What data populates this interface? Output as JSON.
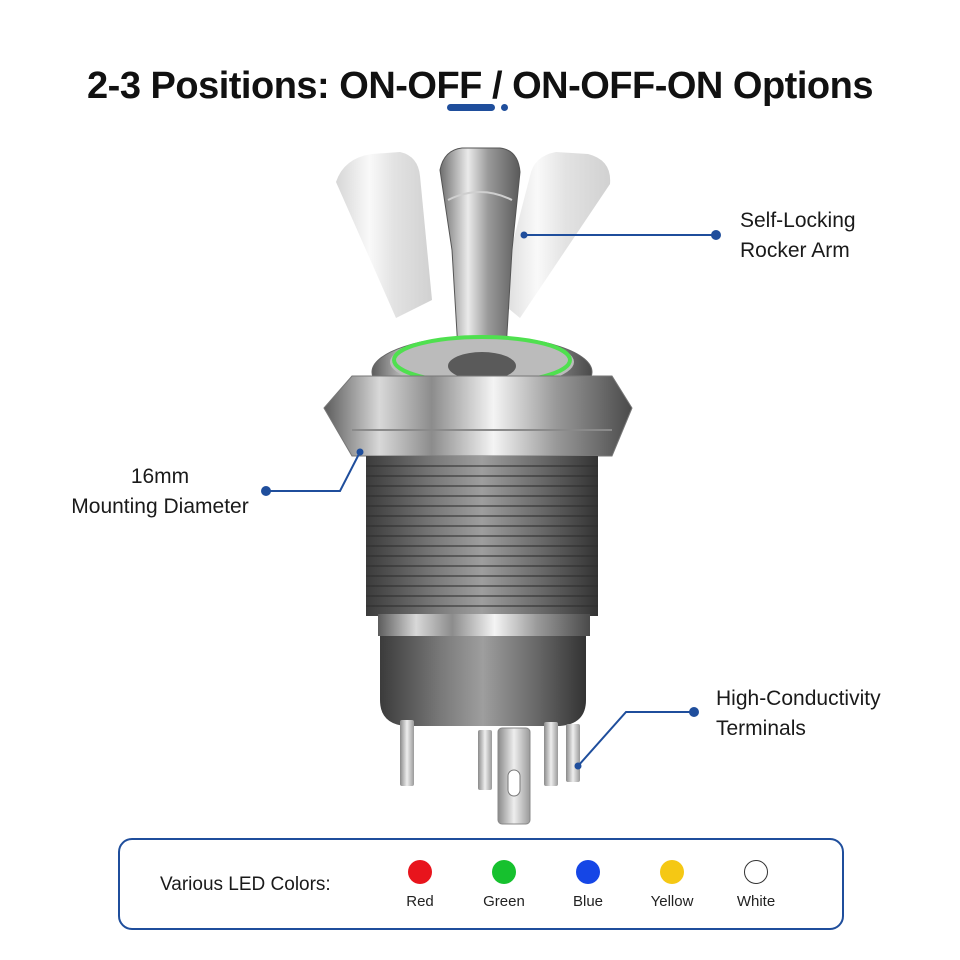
{
  "header": {
    "title": "2-3 Positions: ON-OFF / ON-OFF-ON Options"
  },
  "callouts": {
    "rocker_arm": [
      "Self-Locking",
      "Rocker Arm"
    ],
    "mounting": [
      "16mm",
      "Mounting Diameter"
    ],
    "terminals": [
      "High-Conductivity",
      "Terminals"
    ]
  },
  "legend": {
    "title": "Various LED Colors:",
    "colors": [
      {
        "label": "Red",
        "hex": "#e8141c"
      },
      {
        "label": "Green",
        "hex": "#16c12e"
      },
      {
        "label": "Blue",
        "hex": "#1546e6"
      },
      {
        "label": "Yellow",
        "hex": "#f5c814"
      },
      {
        "label": "White",
        "hex": "#ffffff"
      }
    ]
  },
  "colors": {
    "accent": "#1f4e9c",
    "led_ring": "#4fe04f"
  },
  "icons": {
    "product": "toggle-switch-product-image"
  }
}
